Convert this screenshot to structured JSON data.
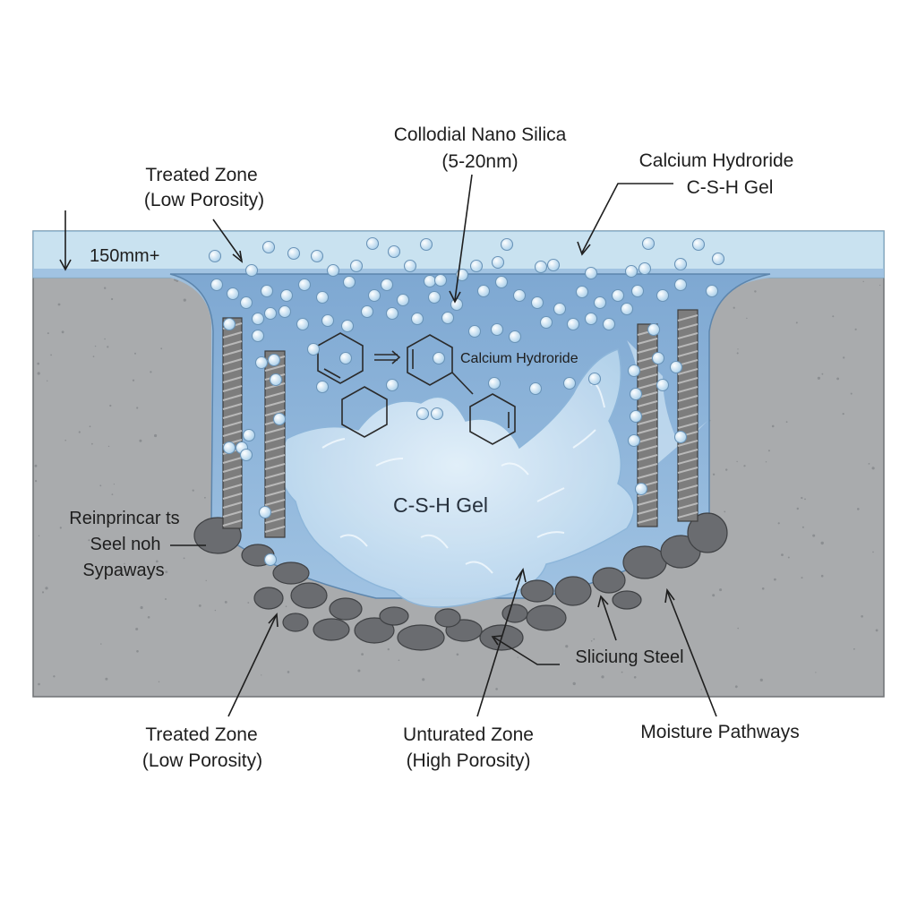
{
  "labels": {
    "nano_silica_title": "Collodial Nano Silica",
    "nano_silica_size": "(5-20nm)",
    "top_right_line1": "Calcium Hydroride",
    "top_right_line2": "C-S-H Gel",
    "top_left_line1": "Treated Zone",
    "top_left_line2": "(Low Porosity)",
    "depth": "150mm+",
    "molecule_label": "Calcium Hydroride",
    "center_gel": "C-S-H Gel",
    "left_line1": "Reinprincar ts",
    "left_line2": "Seel noh",
    "left_line3": "Sypaways",
    "slicing_steel": "Sliciung Steel",
    "bottom_left_line1": "Treated Zone",
    "bottom_left_line2": "(Low Porosity)",
    "bottom_center_line1": "Unturated Zone",
    "bottom_center_line2": "(High Porosity)",
    "bottom_right": "Moisture Pathways"
  },
  "colors": {
    "concrete": "#a9abad",
    "water_layer": "#c9e2f0",
    "treated_zone": "#8fb3d6",
    "gel": "#cfe4f4",
    "aggregate": "#6a6c70",
    "rebar": "#7d7d7d",
    "bubble": "#d8ecfa"
  }
}
